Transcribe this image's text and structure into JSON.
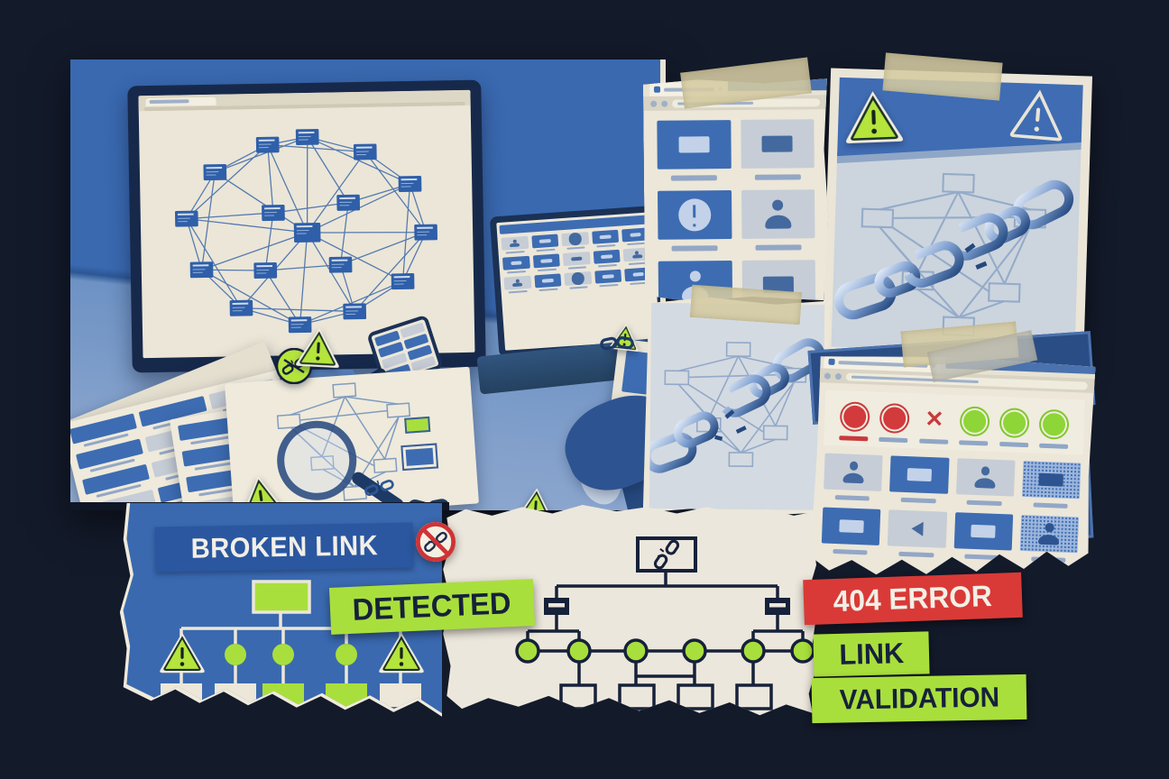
{
  "scene": {
    "background": "#131a2a"
  },
  "banners": {
    "broken_link": "BROKEN LINK",
    "detected": "DETECTED",
    "error_404": "404 ERROR",
    "link": "LINK",
    "validation": "VALIDATION"
  },
  "palette": {
    "photo_blue": "#3a69b0",
    "desk_blue": "#7e9cc8",
    "navy_frame": "#16294a",
    "cream": "#ece7d8",
    "card_blue": "#3d6cb2",
    "card_gray": "#c6cdd6",
    "lime": "#a9df3c",
    "red": "#d93a37",
    "ink": "#16213a",
    "tape": "#d5cba2"
  },
  "icons": {
    "broken_glyph": "✕",
    "names": [
      "broken-link-icon",
      "warning-triangle-icon",
      "no-link-prohibition-icon",
      "magnifier-icon",
      "chain-icon"
    ]
  },
  "status_row": {
    "items": [
      {
        "state": "error",
        "cap": "red"
      },
      {
        "state": "error"
      },
      {
        "state": "broken"
      },
      {
        "state": "ok"
      },
      {
        "state": "ok"
      },
      {
        "state": "ok"
      }
    ]
  },
  "wireframe_grids": {
    "sitemap_browser": [
      "b-rect",
      "g-rect",
      "b-warn",
      "g-person",
      "b-person",
      "g-rect"
    ],
    "status_browser": [
      "g-person",
      "b-rect",
      "g-person",
      "d-rect",
      "b-rect",
      "g-play",
      "b-rect",
      "d-person"
    ],
    "laptop": [
      "g-person",
      "b-rect",
      "g-warn",
      "b-rect",
      "b-rect",
      "b-rect",
      "b-rect",
      "g-rect",
      "b-rect",
      "g-person",
      "g-person",
      "b-rect",
      "g-warn",
      "b-rect",
      "b-rect"
    ],
    "phone": [
      "b",
      "g",
      "b",
      "b",
      "g",
      "b",
      "b",
      "g"
    ],
    "paper_sheet": [
      "b",
      "b",
      "g",
      "b",
      "g",
      "b",
      "b",
      "g",
      "b",
      "g",
      "b",
      "b"
    ]
  }
}
